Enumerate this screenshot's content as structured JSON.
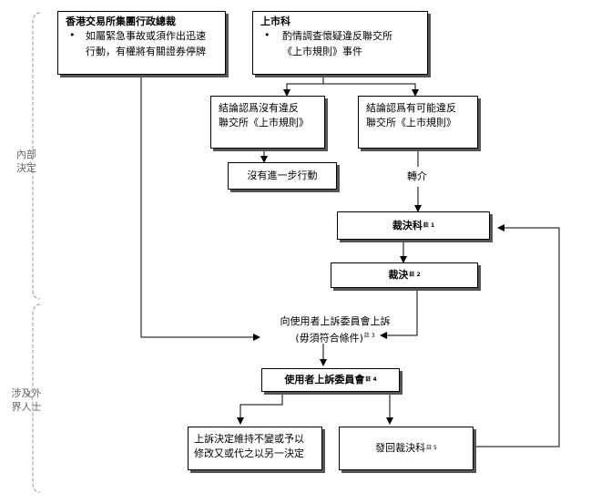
{
  "side_labels": {
    "internal": [
      "內部",
      "決定"
    ],
    "external": [
      "涉及外",
      "界人士"
    ]
  },
  "box_hkex": {
    "title": "香港交易所集團行政總裁",
    "bullet": "•",
    "lines": [
      "如屬緊急事故或須作出迅速",
      "行動，有權將有關證券停牌"
    ]
  },
  "box_listing": {
    "title": "上市科",
    "bullet": "•",
    "lines": [
      "酌情調查懷疑違反聯交所",
      "《上市規則》事件"
    ]
  },
  "box_no_breach": {
    "lines": [
      "結論認爲沒有違反",
      "聯交所《上市規則》"
    ]
  },
  "box_possible_breach": {
    "lines": [
      "結論認爲有可能違反",
      "聯交所《上市規則》"
    ]
  },
  "box_no_action": {
    "text": "沒有進一步行動"
  },
  "referral_label": "轉介",
  "box_ruling_dept": {
    "text": "裁決科",
    "note": "註 1"
  },
  "box_ruling": {
    "text": "裁決",
    "note": "註 2"
  },
  "appeal_text": {
    "lines": [
      "向使用者上訴委員會上訴",
      "(毋須符合條件)"
    ],
    "note": "註 3"
  },
  "box_appeal_committee": {
    "text": "使用者上訴委員會",
    "note": "註 4"
  },
  "box_upheld": {
    "lines": [
      "上訴決定維持不變或予以",
      "修改又或代之以另一決定"
    ]
  },
  "box_remit": {
    "text": "發回裁決科",
    "note": "註 5"
  }
}
